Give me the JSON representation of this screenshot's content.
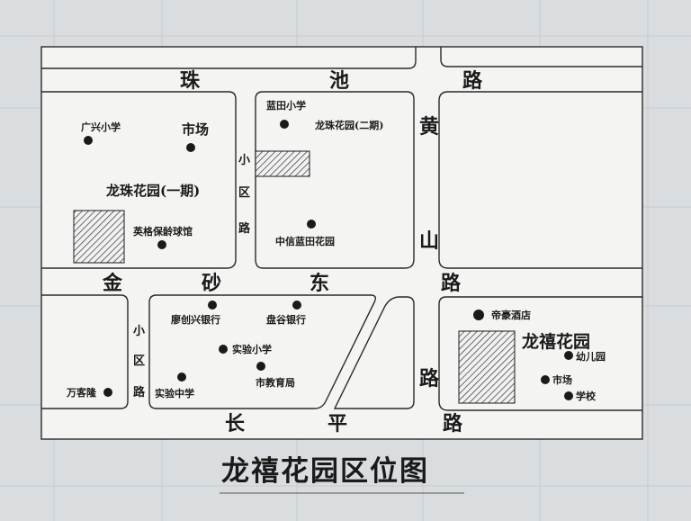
{
  "map": {
    "title": "龙禧花园区位图",
    "roads": {
      "zhuchi": [
        "珠",
        "池",
        "路"
      ],
      "huangshan": [
        "黄",
        "山",
        "路"
      ],
      "jinsha_east": [
        "金",
        "砂",
        "东",
        "路"
      ],
      "changping": [
        "长",
        "平",
        "路"
      ],
      "xiaoqu_upper": [
        "小",
        "区",
        "路"
      ],
      "xiaoqu_lower": [
        "小",
        "区",
        "路"
      ]
    },
    "pois": {
      "guangxing_school": "广兴小学",
      "market_nw": "市场",
      "longzhu_phase1": "龙珠花园(一期)",
      "yingge_bowling": "英格保龄球馆",
      "lantian_school": "蓝田小学",
      "longzhu_phase2": "龙珠花园(二期)",
      "zhongxin_lantian": "中信蓝田花园",
      "wankelong": "万客隆",
      "liaochuangxing_bank": "廖创兴银行",
      "panshi_bank": "盘谷银行",
      "shiyan_primary": "实验小学",
      "shiyan_middle": "实验中学",
      "education_bureau": "市教育局",
      "dihao_hotel": "帝豪酒店",
      "longxi_garden": "龙禧花园",
      "kindergarten": "幼儿园",
      "market_se": "市场",
      "school_se": "学校"
    }
  }
}
